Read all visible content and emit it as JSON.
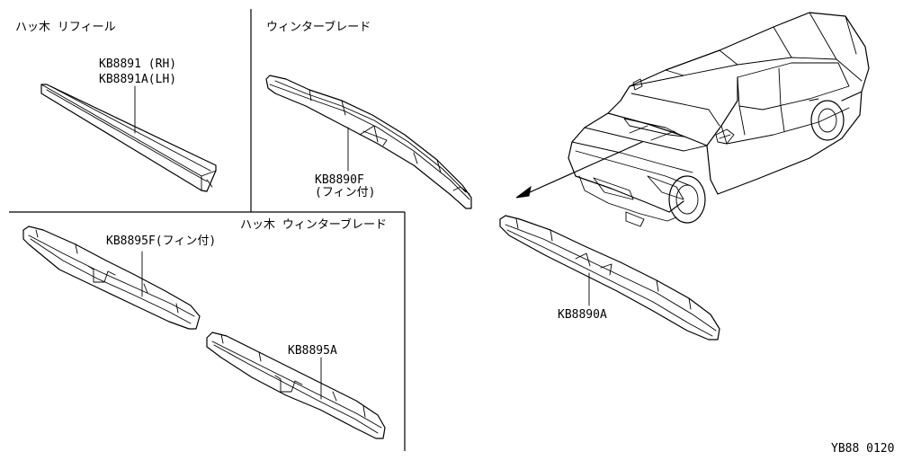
{
  "sections": {
    "refill": "ハッ木 リフィール",
    "winter_blade": "ウィンターブレード",
    "rear_winter_blade": "ハッ木 ウィンターブレード"
  },
  "parts": {
    "refill_rh": "KB8891 (RH)",
    "refill_lh": "KB8891A(LH)",
    "winter_fin": "KB8890F",
    "winter_fin_note": "(フィン付)",
    "rear_fin": "KB8895F(フィン付)",
    "rear_plain": "KB8895A",
    "winter_plain": "KB8890A"
  },
  "diagram_code": "YB88 0120"
}
